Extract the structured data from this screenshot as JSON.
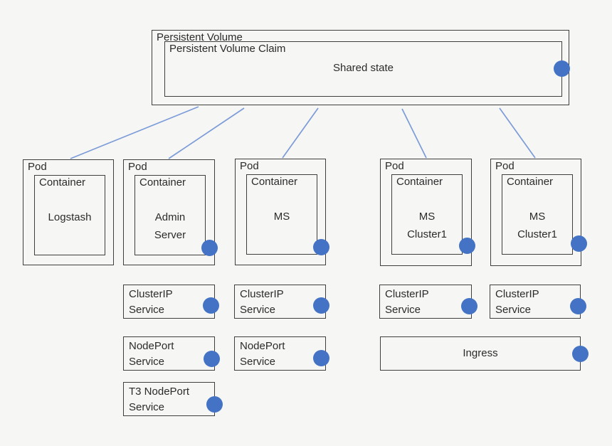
{
  "colors": {
    "background": "#f6f6f4",
    "box_border": "#3f3f3f",
    "endpoint_dot": "#4472c4",
    "connector_line": "#7b9bd9"
  },
  "icons": {
    "endpoint_dot": "filled-circle"
  },
  "persistent_volume": {
    "label": "Persistent Volume",
    "claim": {
      "label": "Persistent Volume Claim",
      "content": "Shared state"
    }
  },
  "pods": [
    {
      "label": "Pod",
      "container_label": "Container",
      "name_line1": "Logstash",
      "name_line2": ""
    },
    {
      "label": "Pod",
      "container_label": "Container",
      "name_line1": "Admin",
      "name_line2": "Server"
    },
    {
      "label": "Pod",
      "container_label": "Container",
      "name_line1": "MS",
      "name_line2": ""
    },
    {
      "label": "Pod",
      "container_label": "Container",
      "name_line1": "MS",
      "name_line2": "Cluster1"
    },
    {
      "label": "Pod",
      "container_label": "Container",
      "name_line1": "MS",
      "name_line2": "Cluster1"
    }
  ],
  "services": [
    {
      "line1": "ClusterIP",
      "line2": "Service"
    },
    {
      "line1": "ClusterIP",
      "line2": "Service"
    },
    {
      "line1": "ClusterIP",
      "line2": "Service"
    },
    {
      "line1": "ClusterIP",
      "line2": "Service"
    },
    {
      "line1": "NodePort",
      "line2": "Service"
    },
    {
      "line1": "NodePort",
      "line2": "Service"
    },
    {
      "line1": "T3 NodePort",
      "line2": "Service"
    }
  ],
  "ingress": {
    "label": "Ingress"
  }
}
